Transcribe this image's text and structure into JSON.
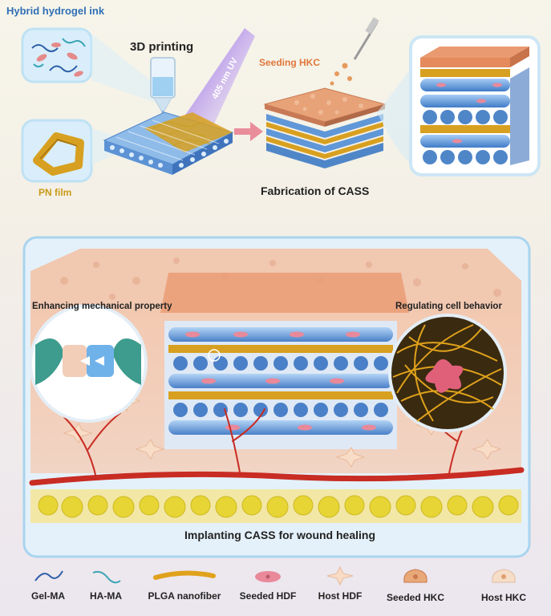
{
  "top": {
    "ink_title": "Hybrid hydrogel ink",
    "printing_label": "3D printing",
    "uv_label": "405 nm UV",
    "seeding_label": "Seeding HKC",
    "fabrication_label": "Fabrication of CASS",
    "pn_film_label": "PN film"
  },
  "implant": {
    "mechanical_label": "Enhancing mechanical property",
    "regulating_label": "Regulating cell behavior",
    "caption": "Implanting CASS for wound healing"
  },
  "legend": [
    {
      "label": "Gel-MA",
      "icon": "gelma-strand-icon"
    },
    {
      "label": "HA-MA",
      "icon": "hama-strand-icon"
    },
    {
      "label": "PLGA nanofiber",
      "icon": "plga-nanofiber-icon"
    },
    {
      "label": "Seeded HDF",
      "icon": "seeded-hdf-icon"
    },
    {
      "label": "Host HDF",
      "icon": "host-hdf-icon"
    },
    {
      "label": "Seeded HKC",
      "icon": "seeded-hkc-icon"
    },
    {
      "label": "Host HKC",
      "icon": "host-hkc-icon"
    }
  ],
  "colors": {
    "hydrogel_blue": "#6fa5e0",
    "nanofiber_gold": "#e0a21c",
    "cell_pink": "#e9899a",
    "vessel_red": "#c82c23",
    "fat_yellow": "#e6d534",
    "skin_top": "#f0b89c"
  }
}
